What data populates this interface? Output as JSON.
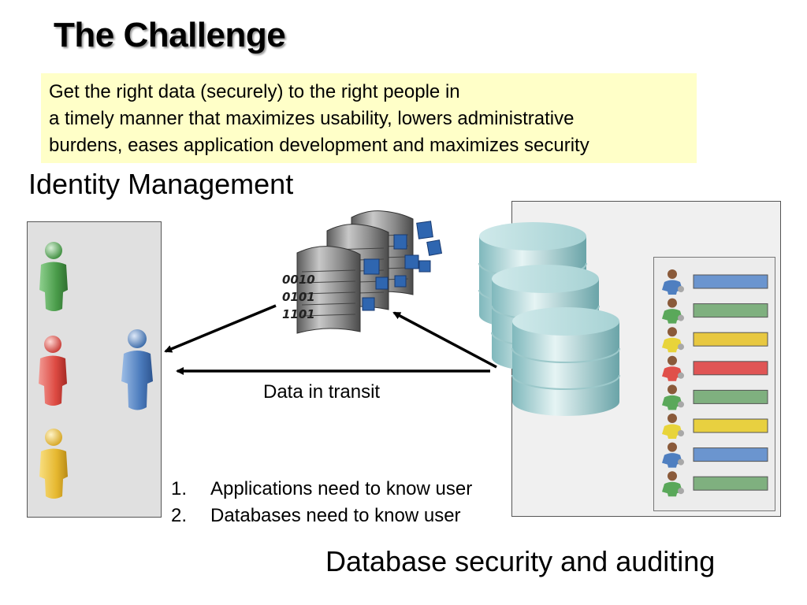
{
  "slide": {
    "title": "The Challenge",
    "challenge_lines": [
      "Get the right data (securely) to the right people in",
      "a timely manner that maximizes usability, lowers administrative",
      "burdens, eases application development and maximizes security"
    ],
    "identity_label": "Identity Management",
    "transit_label": "Data in transit",
    "needs": [
      {
        "num": "1.",
        "text": "Applications need to know user"
      },
      {
        "num": "2.",
        "text": "Databases need to know user"
      }
    ],
    "db_security_label": "Database security and auditing",
    "server_digits": [
      "0010",
      "0101",
      "1101"
    ]
  },
  "colors": {
    "callout_bg": "#ffffc8",
    "green": "#5aa85a",
    "red": "#e0504a",
    "yellow": "#e8c23a",
    "blue": "#4f7fc0"
  },
  "grant_rows": [
    {
      "color": "#6b95cf",
      "user": "blue"
    },
    {
      "color": "#7fb07f",
      "user": "green"
    },
    {
      "color": "#e8c840",
      "user": "yellow"
    },
    {
      "color": "#e05555",
      "user": "red"
    },
    {
      "color": "#7fb07f",
      "user": "green"
    },
    {
      "color": "#e8d040",
      "user": "yellow"
    },
    {
      "color": "#6b95cf",
      "user": "blue"
    },
    {
      "color": "#7fb07f",
      "user": "green"
    }
  ],
  "icons": {
    "users": [
      "user-green-icon",
      "user-red-icon",
      "user-yellow-icon",
      "user-blue-icon"
    ],
    "servers": "server-stack-icon",
    "databases": "database-cylinders-icon"
  }
}
